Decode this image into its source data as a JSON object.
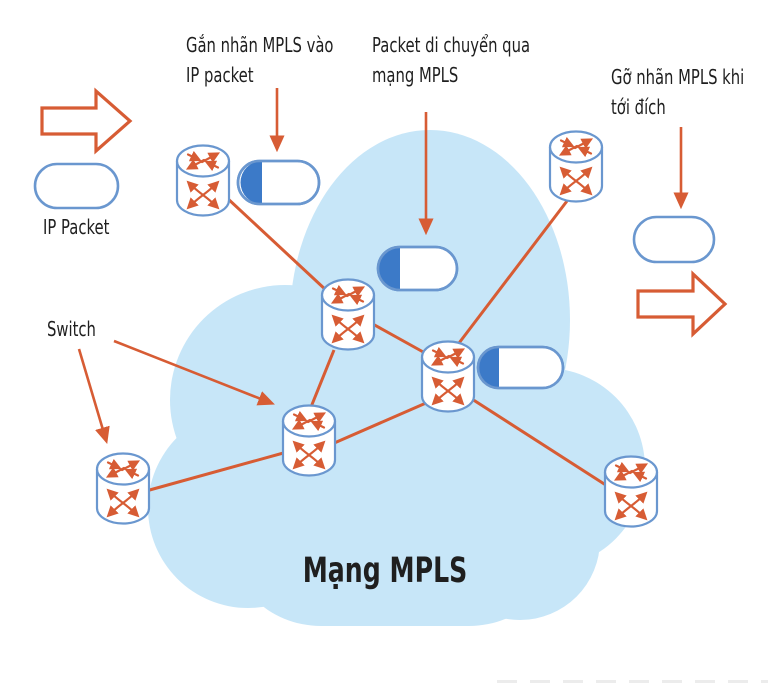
{
  "cloud": {
    "title": "Mạng MPLS"
  },
  "annotations": {
    "attach": {
      "line1": "Gắn nhãn MPLS vào",
      "line2": "IP packet"
    },
    "transit": {
      "line1": "Packet di chuyển qua",
      "line2": "mạng MPLS"
    },
    "remove": {
      "line1": "Gỡ nhãn MPLS khi",
      "line2": "tới đích"
    }
  },
  "legend": {
    "ip_packet": "IP Packet",
    "switch": "Switch"
  },
  "network": {
    "cloud_label": "Mạng MPLS",
    "switch_count": 7,
    "switches": [
      "ingress-edge-switch",
      "core-switch-top",
      "core-switch-center",
      "core-switch-left",
      "edge-switch-bottom-left",
      "egress-switch-top-right",
      "edge-switch-bottom-right"
    ],
    "packets": [
      {
        "id": "ip-packet-legend",
        "mpls_label": false
      },
      {
        "id": "packet-at-ingress",
        "mpls_label": true
      },
      {
        "id": "packet-in-cloud-top",
        "mpls_label": true
      },
      {
        "id": "packet-in-cloud-center",
        "mpls_label": true
      },
      {
        "id": "packet-at-destination",
        "mpls_label": false
      }
    ]
  },
  "icons": {
    "switch_icon": "mpls-switch-icon",
    "flow_arrow": "block-arrow-right-icon",
    "pointer_arrow": "annotation-arrow-icon",
    "packet_shape": "packet-pill",
    "labeled_packet_shape": "labeled-packet-pill"
  },
  "colors": {
    "background": "#ffffff",
    "cloud": "#c7e6f8",
    "orange": "#d75c34",
    "label_blue": "#3c7ac8",
    "outline_blue": "#6a97cf",
    "text": "#1f1f1f"
  }
}
